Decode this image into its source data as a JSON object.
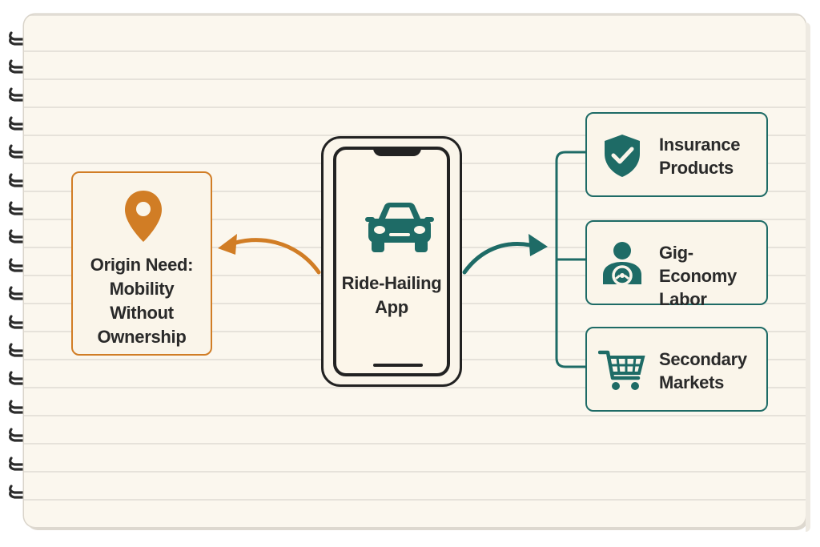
{
  "origin": {
    "icon": "location-pin-icon",
    "label_line1": "Origin Need:",
    "label_line2": "Mobility",
    "label_line3": "Without",
    "label_line4": "Ownership",
    "color": "#d17d25"
  },
  "center": {
    "icon": "car-icon",
    "label_line1": "Ride-Hailing",
    "label_line2": "App"
  },
  "outputs": [
    {
      "icon": "shield-check-icon",
      "label_line1": "Insurance",
      "label_line2": "Products"
    },
    {
      "icon": "worker-icon",
      "label_line1": "Gig-Economy",
      "label_line2": "Labor"
    },
    {
      "icon": "shopping-cart-icon",
      "label_line1": "Secondary",
      "label_line2": "Markets"
    }
  ],
  "colors": {
    "accent_orange": "#d17d25",
    "accent_teal": "#1e6b66",
    "paper": "#fbf7ee",
    "ink": "#222222"
  }
}
